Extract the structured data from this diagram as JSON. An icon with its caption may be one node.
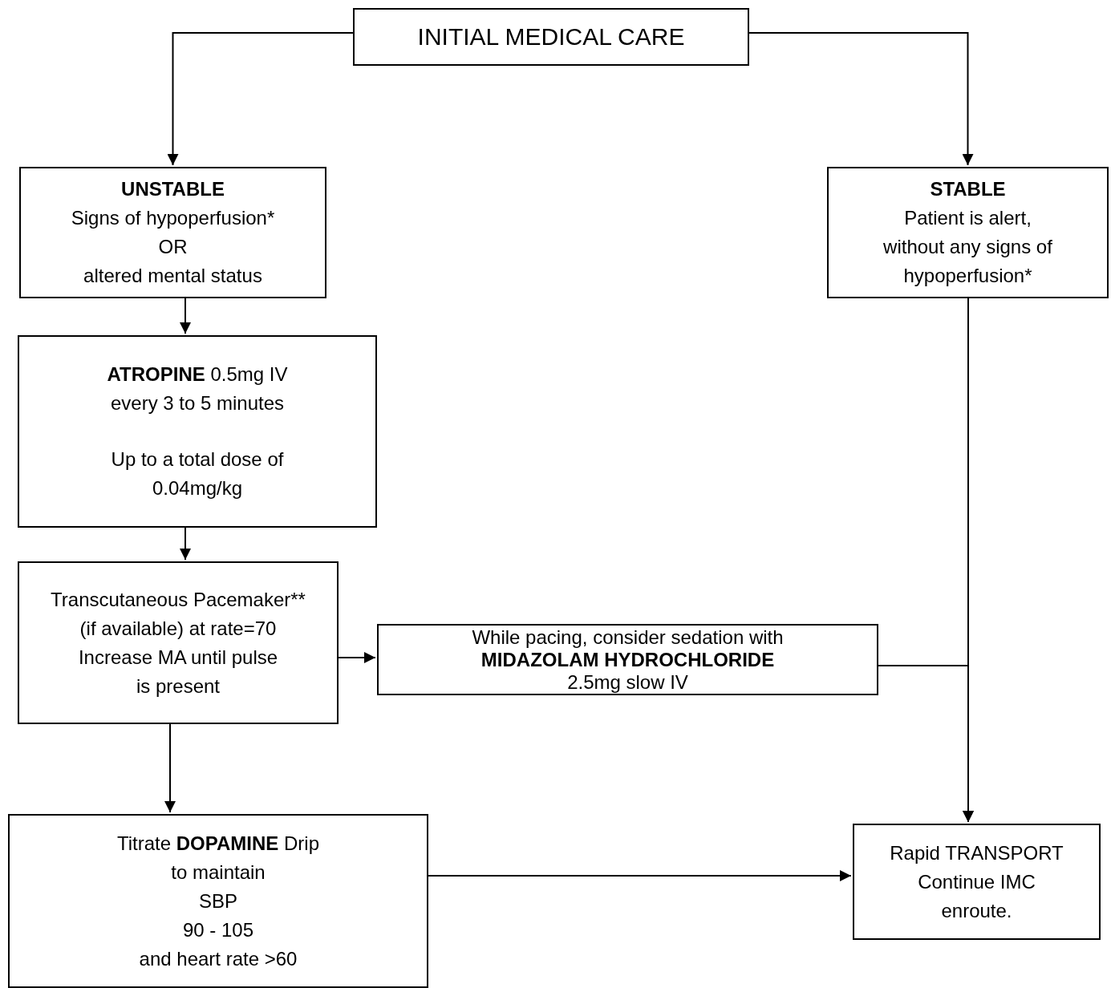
{
  "diagram": {
    "nodes": [
      {
        "text": [
          "INITIAL MEDICAL CARE"
        ]
      },
      {
        "text": [
          "UNSTABLE",
          "Signs of hypoperfusion*",
          "OR",
          "altered mental status"
        ]
      },
      {
        "text": [
          "STABLE",
          "Patient is alert,",
          "without any signs of",
          "hypoperfusion*"
        ]
      },
      {
        "text": [
          "**ATROPINE** 0.5mg IV",
          "every 3 to 5 minutes",
          "Up to a total dose of",
          "0.04mg/kg"
        ]
      },
      {
        "text": [
          "Transcutaneous Pacemaker**",
          "(if available) at rate=70",
          "Increase MA until pulse",
          "is present"
        ]
      },
      {
        "text": [
          "While pacing, consider sedation with",
          "**MIDAZOLAM HYDROCHLORIDE**",
          "2.5mg slow IV"
        ]
      },
      {
        "text": [
          "Titrate **DOPAMINE** Drip",
          "to maintain",
          "SBP",
          "90 - 105",
          "and heart rate >60"
        ]
      },
      {
        "text": [
          "Rapid TRANSPORT",
          "Continue IMC",
          "enroute."
        ]
      }
    ],
    "edges": [
      {
        "from": 0,
        "to": 1,
        "arrow": "to"
      },
      {
        "from": 0,
        "to": 2,
        "arrow": "to"
      },
      {
        "from": 1,
        "to": 3,
        "arrow": "to"
      },
      {
        "from": 3,
        "to": 4,
        "arrow": "to"
      },
      {
        "from": 4,
        "to": 5,
        "arrow": "to"
      },
      {
        "from": 5,
        "to": 7,
        "arrow": "to"
      },
      {
        "from": 2,
        "to": 7,
        "arrow": "to"
      },
      {
        "from": 4,
        "to": 6,
        "arrow": "to"
      },
      {
        "from": 6,
        "to": 7,
        "arrow": "to"
      }
    ]
  }
}
